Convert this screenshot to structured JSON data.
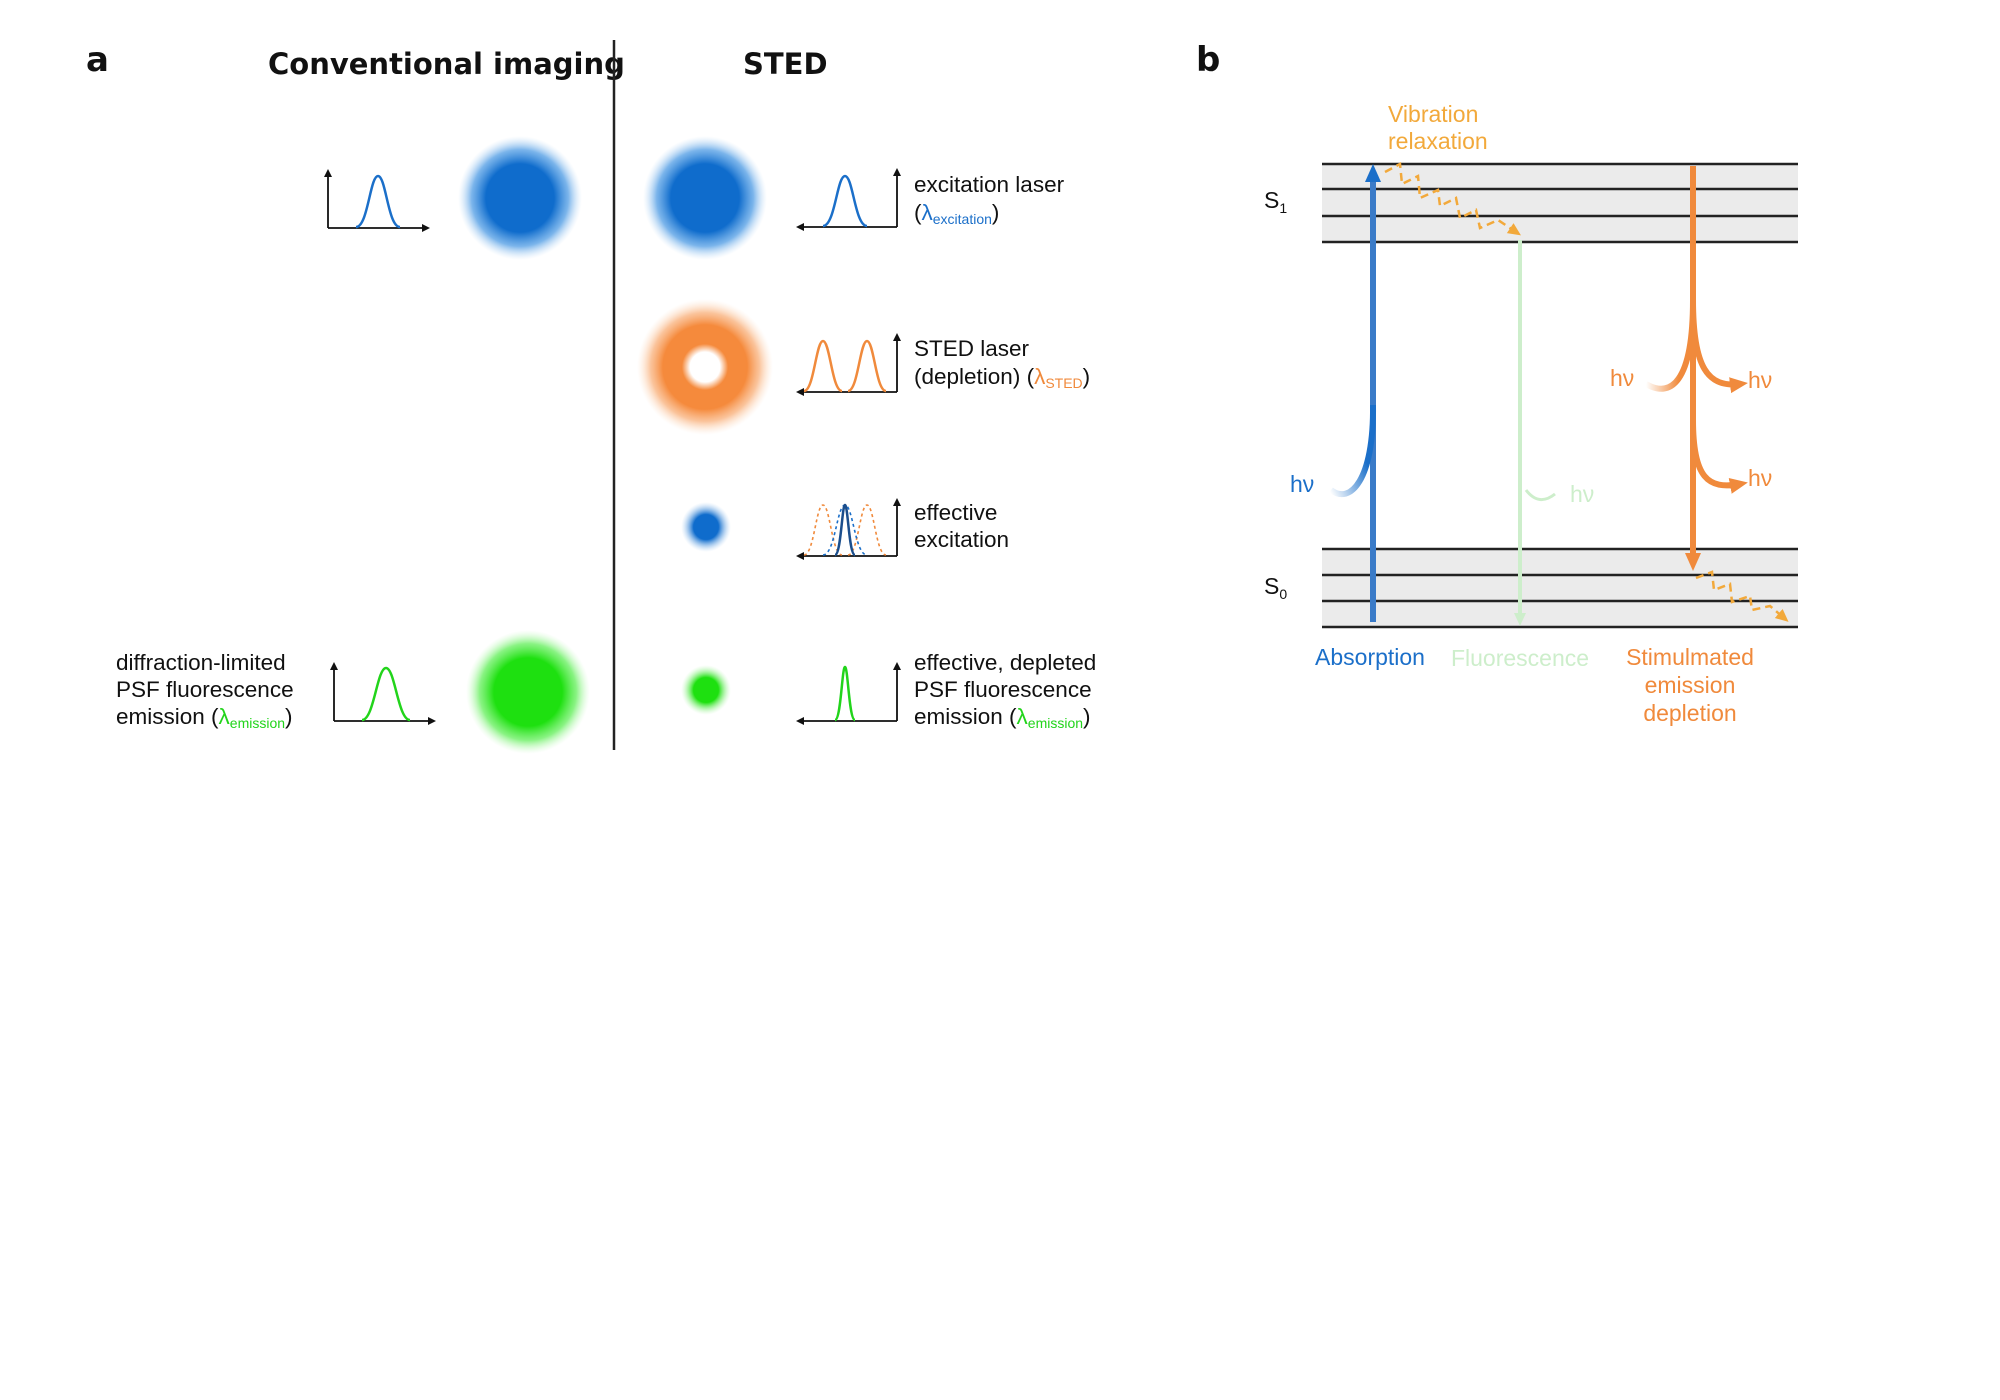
{
  "panel_a": {
    "letter": "a",
    "conventional_heading": "Conventional imaging",
    "sted_heading": "STED",
    "excitation_label_line1": "excitation laser",
    "excitation_lambda_open": "(",
    "excitation_lambda": "λ",
    "excitation_sub": "excitation",
    "excitation_close": ")",
    "sted_label_line1": "STED laser",
    "sted_label_line2": "(depletion) (",
    "sted_lambda": "λ",
    "sted_sub": "STED",
    "sted_close": ")",
    "effective_line1": "effective",
    "effective_line2": "excitation",
    "depleted_line1": "effective, depleted",
    "depleted_line2": "PSF fluorescence",
    "depleted_line3": "emission (",
    "depleted_lambda": "λ",
    "depleted_sub": "emission",
    "depleted_close": ")",
    "diff_line1": "diffraction-limited",
    "diff_line2": "PSF fluorescence",
    "diff_line3": "emission (",
    "diff_lambda": "λ",
    "diff_sub": "emission",
    "diff_close": ")"
  },
  "panel_b": {
    "letter": "b",
    "vibration_line1": "Vibration",
    "vibration_line2": "relaxation",
    "s1": "S",
    "s1_sub": "1",
    "s0": "S",
    "s0_sub": "0",
    "hv": "hν",
    "absorption": "Absorption",
    "fluorescence": "Fluorescence",
    "stim_line1": "Stimulmated",
    "stim_line2": "emission",
    "stim_line3": "depletion"
  },
  "colors": {
    "blue": "#1b6fc9",
    "orange": "#f08a3c",
    "green": "#22d41b",
    "light_green": "#cdeecb",
    "vibration_orange": "#f2a93b",
    "band_fill": "#ebebeb"
  }
}
